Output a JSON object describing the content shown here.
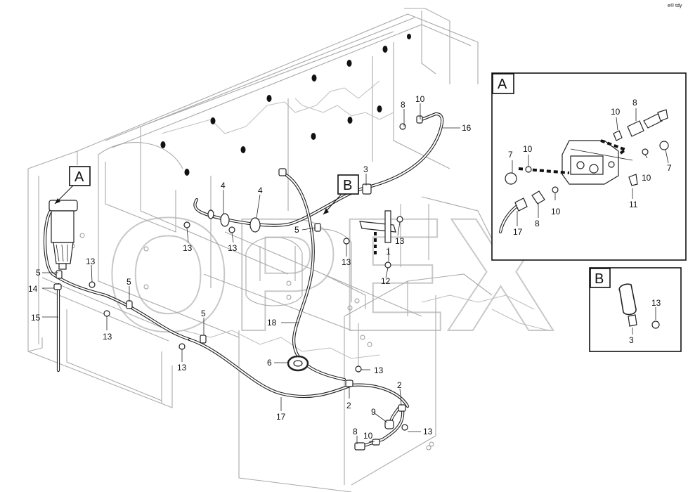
{
  "corner_mark": "e® tdy",
  "watermark": "OPEX",
  "callouts": [
    {
      "id": "c-a-main",
      "letter": "A"
    },
    {
      "id": "c-b-main",
      "letter": "B"
    }
  ],
  "detail_a": {
    "letter": "A",
    "labels": [
      "8",
      "10",
      "7",
      "10",
      "10",
      "7",
      "10",
      "11",
      "8",
      "17"
    ]
  },
  "detail_b": {
    "letter": "B",
    "labels": [
      "13",
      "3"
    ]
  },
  "main_labels": [
    "8",
    "10",
    "16",
    "3",
    "4",
    "4",
    "5",
    "13",
    "13",
    "13",
    "13",
    "1",
    "12",
    "13",
    "5",
    "14",
    "15",
    "13",
    "5",
    "13",
    "5",
    "13",
    "18",
    "6",
    "13",
    "2",
    "2",
    "9",
    "13",
    "8",
    "10",
    "17"
  ]
}
